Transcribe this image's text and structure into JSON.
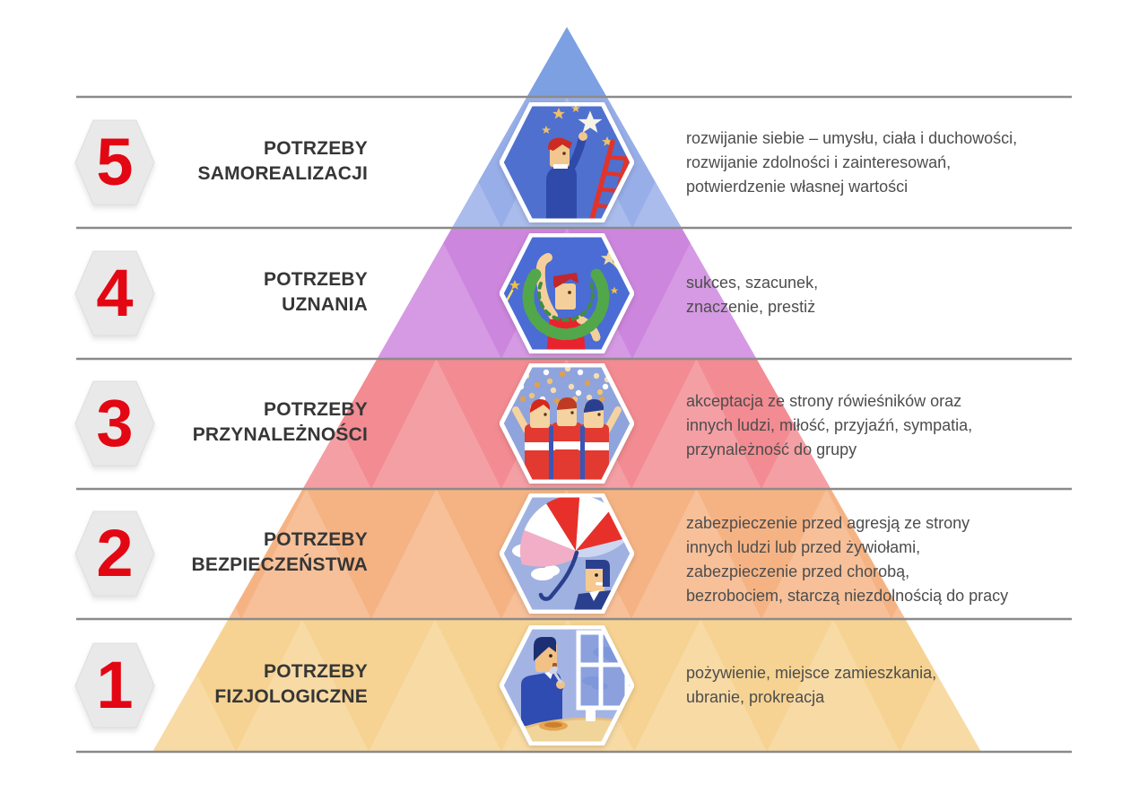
{
  "colors": {
    "background": "#ffffff",
    "separator_line": "#8a8a8a",
    "badge_fill": "#e9e9e9",
    "number_text": "#e30613",
    "title_text": "#363636",
    "description_text": "#4d4d4d",
    "pyramid_apex": "#7da0e3"
  },
  "pyramid": {
    "apex_color": "#7da0e3"
  },
  "levels": [
    {
      "number": "5",
      "title": [
        "POTRZEBY",
        "SAMOREALIZACJI"
      ],
      "description": [
        "rozwijanie siebie – umysłu, ciała i duchowości,",
        "rozwijanie zdolności i zainteresowań,",
        "potwierdzenie własnej wartości"
      ],
      "band_color": "#98aee8",
      "icon": "man-climbing-ladder-to-stars-icon",
      "icon_bg": "#4f70cf"
    },
    {
      "number": "4",
      "title": [
        "POTRZEBY",
        "UZNANIA"
      ],
      "description": [
        "sukces, szacunek,",
        "znaczenie, prestiż"
      ],
      "band_color": "#cd86dd",
      "icon": "winner-with-laurel-wreath-icon",
      "icon_bg": "#4a6cd4"
    },
    {
      "number": "3",
      "title": [
        "POTRZEBY",
        "PRZYNALEŻNOŚCI"
      ],
      "description": [
        "akceptacja ze strony rówieśników oraz",
        "innych ludzi, miłość, przyjaźń, sympatia,",
        "przynależność do grupy"
      ],
      "band_color": "#f28b92",
      "icon": "group-of-friends-confetti-icon",
      "icon_bg": "#8fa3dc"
    },
    {
      "number": "2",
      "title": [
        "POTRZEBY",
        "BEZPIECZEŃSTWA"
      ],
      "description": [
        "zabezpieczenie przed agresją ze strony",
        "innych ludzi lub przed żywiołami,",
        "zabezpieczenie przed chorobą,",
        "bezrobociem, starczą niezdolnością do pracy"
      ],
      "band_color": "#f5b384",
      "icon": "man-under-umbrella-icon",
      "icon_bg": "#9fb1e0"
    },
    {
      "number": "1",
      "title": [
        "POTRZEBY",
        "FIZJOLOGICZNE"
      ],
      "description": [
        "pożywienie, miejsce zamieszkania,",
        "ubranie, prokreacja"
      ],
      "band_color": "#f6d392",
      "icon": "man-eating-meal-icon",
      "icon_bg": "#a3b4e4"
    }
  ]
}
